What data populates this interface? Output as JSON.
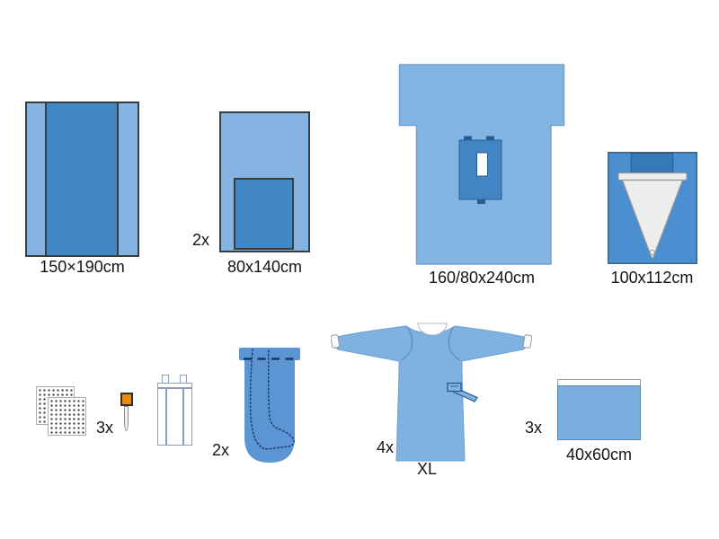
{
  "labels": {
    "side_drape_size": "150×190cm",
    "adhesive_drape_qty": "2x",
    "adhesive_drape_size": "80x140cm",
    "fenestrated_drape_size": "160/80x240cm",
    "pouch_drape_size": "100x112cm",
    "gauze_swabs_qty": "3x",
    "leg_cover_qty": "2x",
    "gown_qty": "4x",
    "gown_size": "XL",
    "towel_qty": "3x",
    "towel_size": "40x60cm"
  },
  "colors": {
    "drape_light_blue": "#85B4E2",
    "drape_medium_blue": "#4287C6",
    "deep_tab_blue": "#2A5C94",
    "pouch_back_blue": "#4A8FD0",
    "pouch_top_blue": "#3579B8",
    "leg_cover_blue": "#5C95D3",
    "gown_blue": "#7FB2E0",
    "towel_blue": "#7AAEDE",
    "cone_gray": "#EDEDED",
    "swab_orange": "#E8890C",
    "outline_dark": "#3C3C3C",
    "dotted_navy": "#16366B"
  }
}
